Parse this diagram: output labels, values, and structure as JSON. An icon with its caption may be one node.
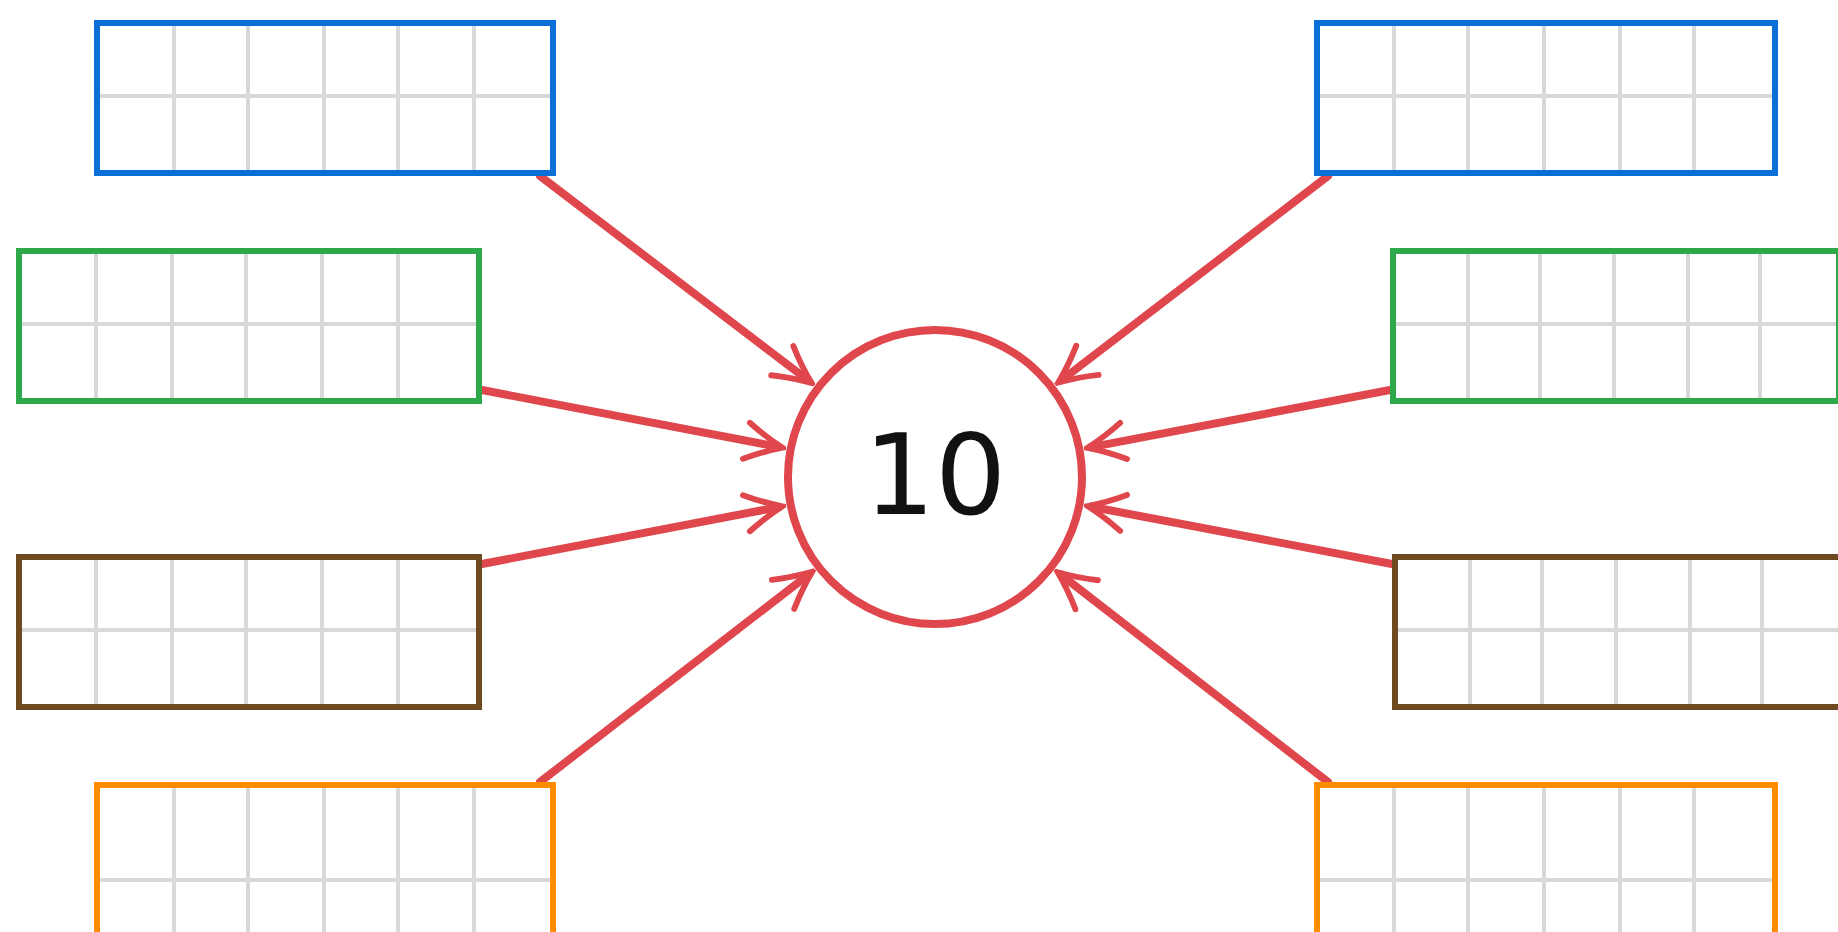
{
  "diagram": {
    "nodes": [
      {
        "text": [
          "10"
        ]
      },
      {
        "text": [],
        "shape": "box"
      },
      {
        "text": [],
        "shape": "box"
      },
      {
        "text": [],
        "shape": "box"
      },
      {
        "text": [],
        "shape": "box"
      },
      {
        "text": [],
        "shape": "box"
      },
      {
        "text": [],
        "shape": "box"
      },
      {
        "text": [],
        "shape": "box"
      },
      {
        "text": [],
        "shape": "box"
      }
    ],
    "edges": [
      {
        "from": 1,
        "to": 0,
        "arrow": "to"
      },
      {
        "from": 2,
        "to": 0,
        "arrow": "to"
      },
      {
        "from": 3,
        "to": 0,
        "arrow": "to"
      },
      {
        "from": 4,
        "to": 0,
        "arrow": "to"
      },
      {
        "from": 5,
        "to": 0,
        "arrow": "to"
      },
      {
        "from": 6,
        "to": 0,
        "arrow": "to"
      },
      {
        "from": 7,
        "to": 0,
        "arrow": "to"
      },
      {
        "from": 8,
        "to": 0,
        "arrow": "to"
      }
    ]
  }
}
